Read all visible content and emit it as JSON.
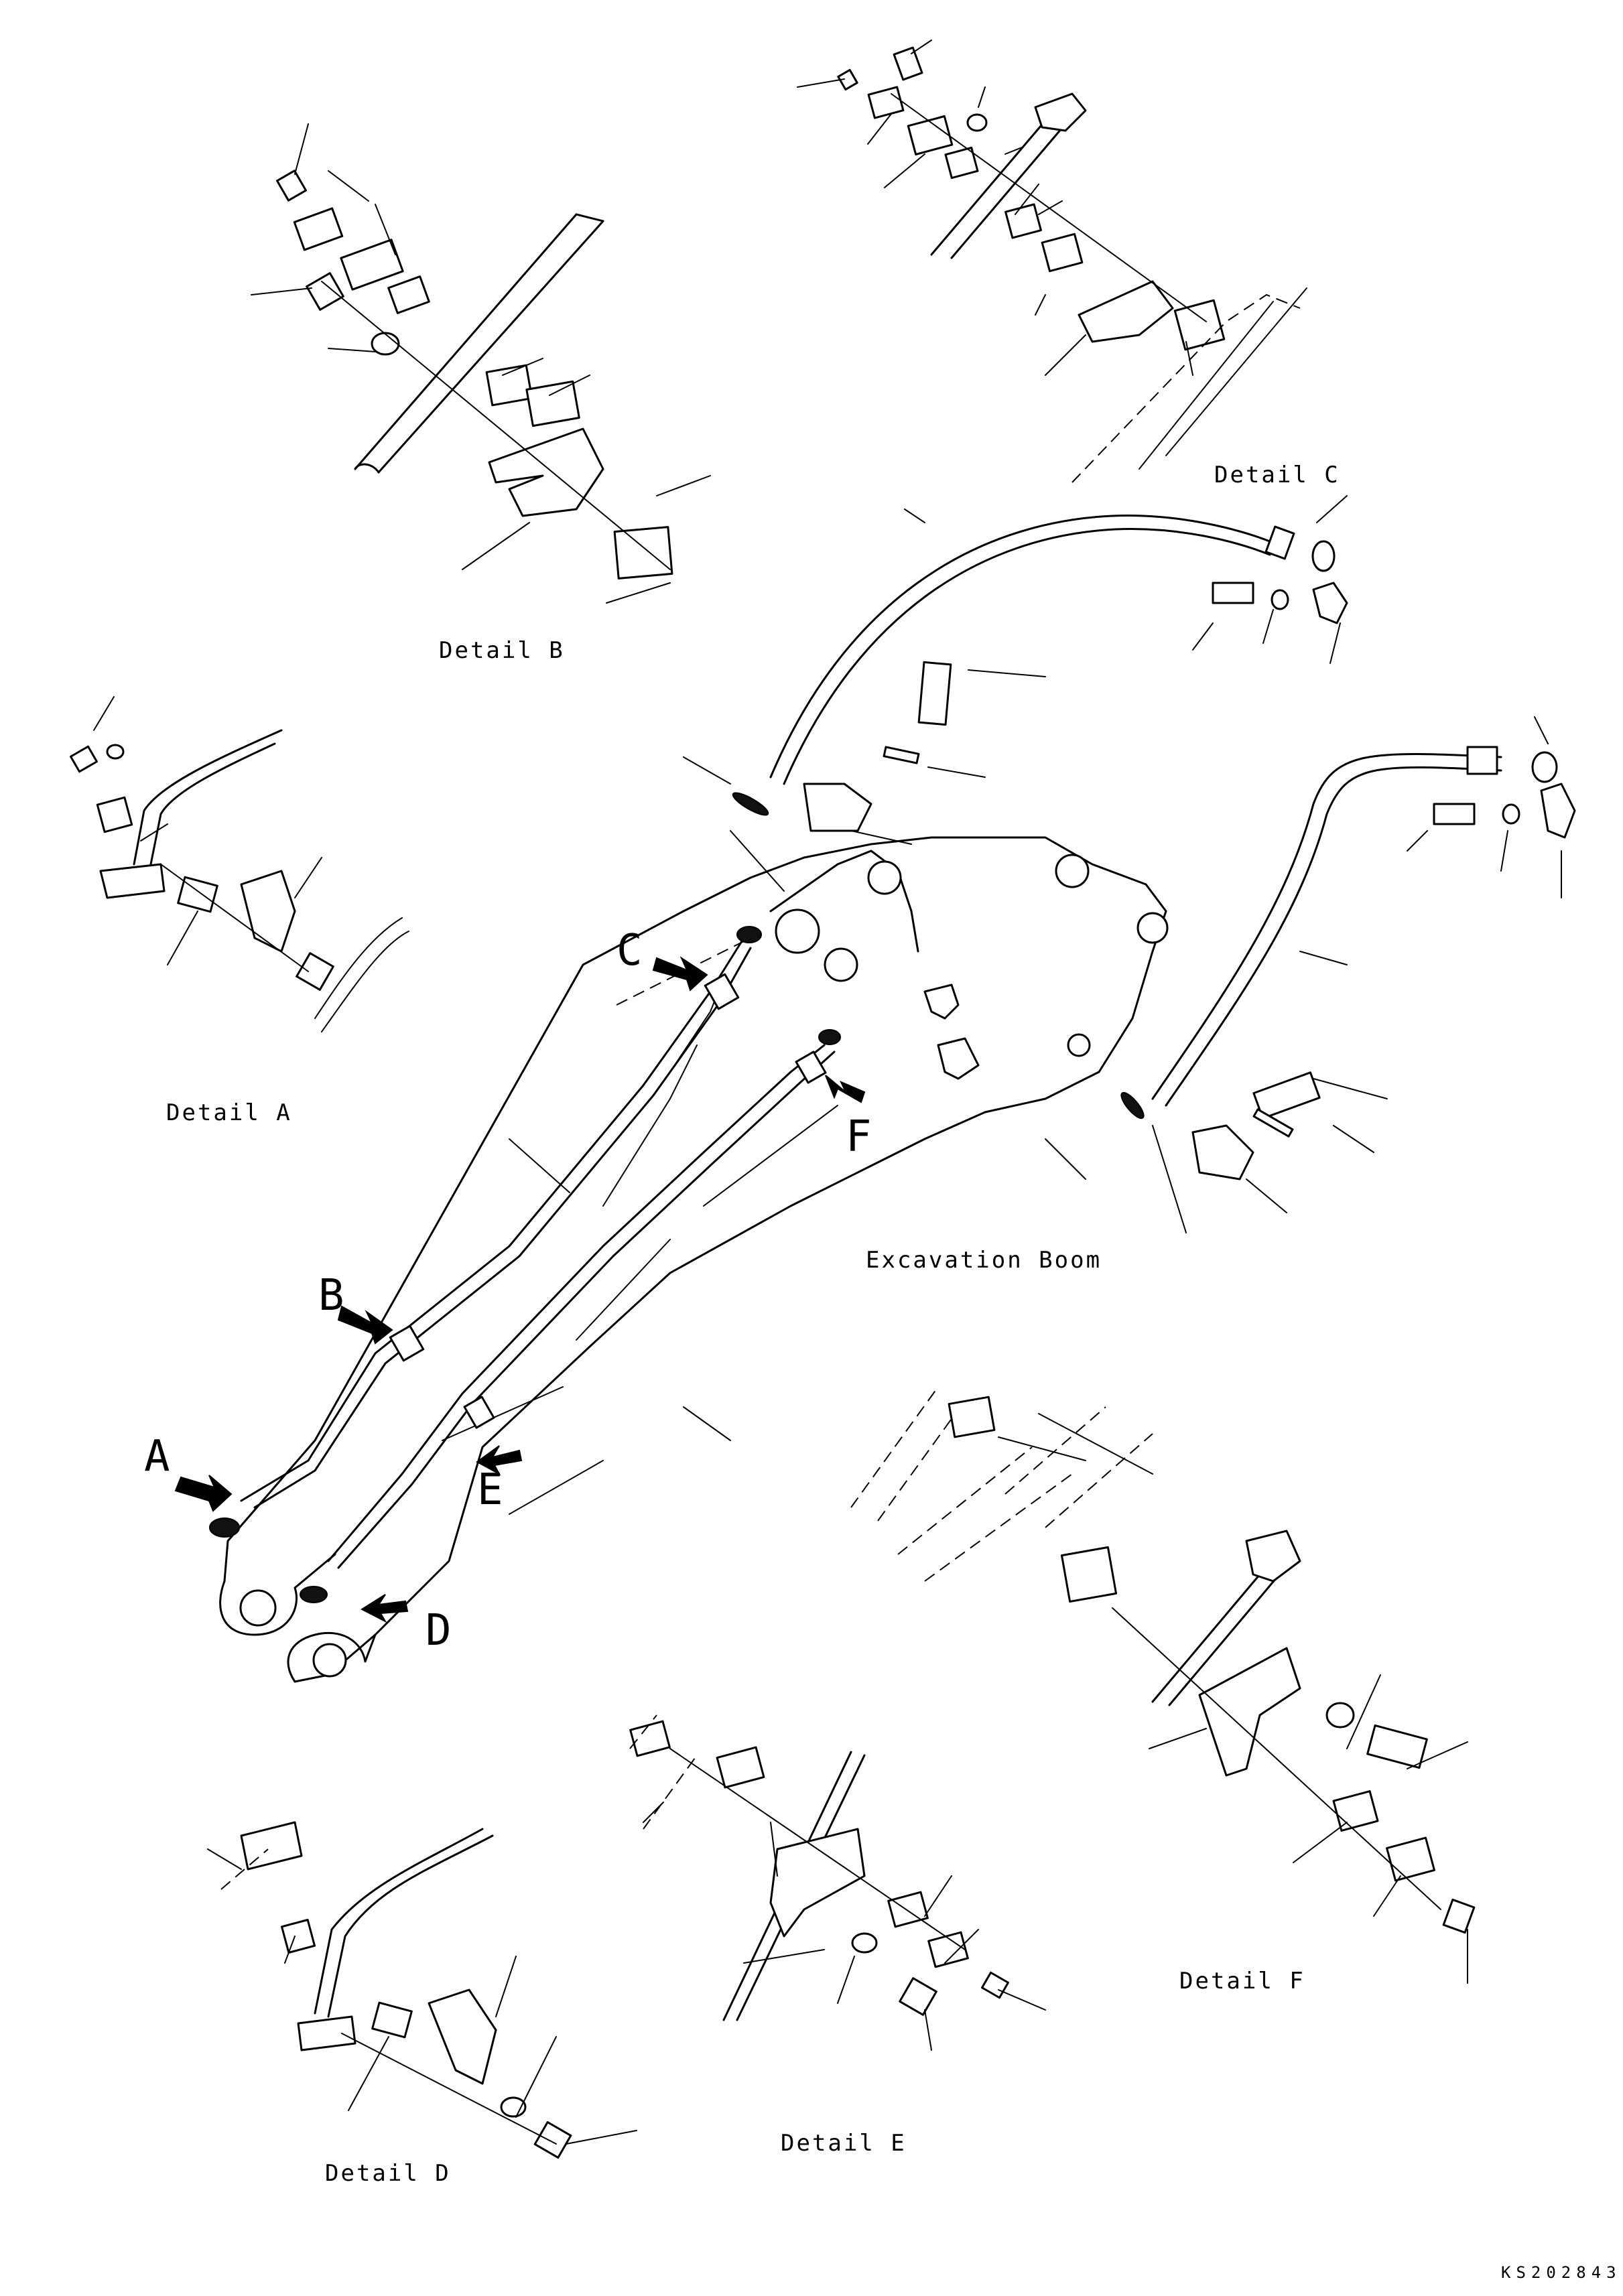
{
  "callouts": {
    "a": "A",
    "b": "B",
    "c": "C",
    "d": "D",
    "e": "E",
    "f": "F"
  },
  "captions": {
    "detail_a": "Detail A",
    "detail_b": "Detail B",
    "detail_c": "Detail C",
    "detail_d": "Detail D",
    "detail_e": "Detail E",
    "detail_f": "Detail F",
    "main": "Excavation Boom"
  },
  "drawing_code": "KS202843"
}
